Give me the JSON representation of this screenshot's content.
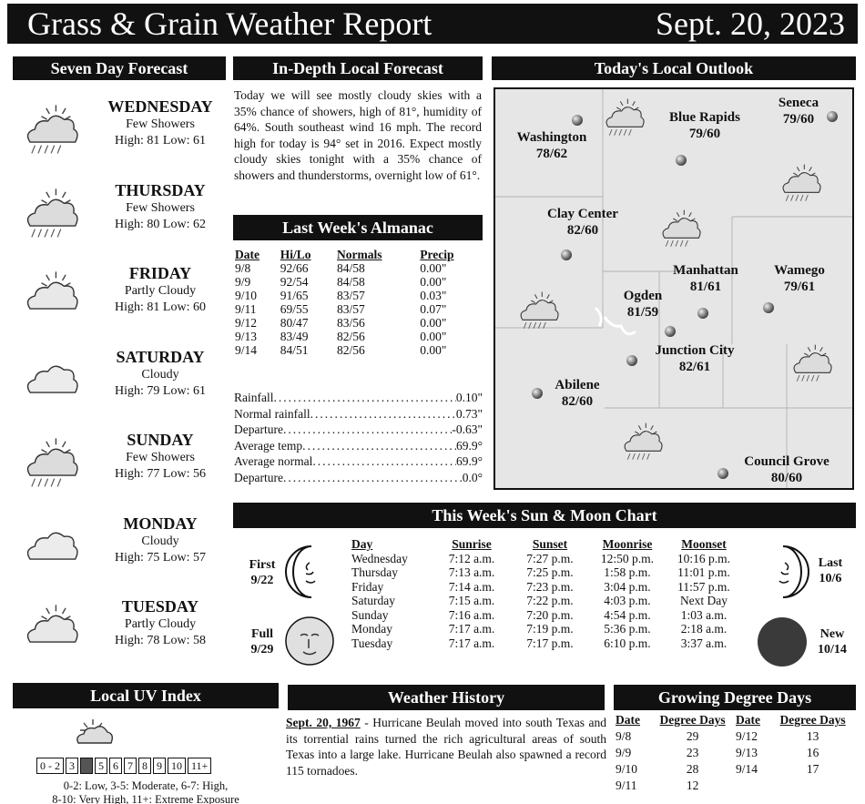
{
  "header": {
    "title": "Grass & Grain Weather Report",
    "date": "Sept. 20, 2023"
  },
  "seven_day": {
    "heading": "Seven Day Forecast",
    "days": [
      {
        "name": "WEDNESDAY",
        "cond": "Few Showers",
        "hilo": "High: 81 Low: 61",
        "icon": "showers-icon"
      },
      {
        "name": "THURSDAY",
        "cond": "Few Showers",
        "hilo": "High: 80 Low: 62",
        "icon": "showers-icon"
      },
      {
        "name": "FRIDAY",
        "cond": "Partly Cloudy",
        "hilo": "High: 81 Low: 60",
        "icon": "partly-cloudy-icon"
      },
      {
        "name": "SATURDAY",
        "cond": "Cloudy",
        "hilo": "High: 79 Low: 61",
        "icon": "cloudy-icon"
      },
      {
        "name": "SUNDAY",
        "cond": "Few Showers",
        "hilo": "High: 77 Low: 56",
        "icon": "showers-icon"
      },
      {
        "name": "MONDAY",
        "cond": "Cloudy",
        "hilo": "High: 75 Low: 57",
        "icon": "cloudy-icon"
      },
      {
        "name": "TUESDAY",
        "cond": "Partly Cloudy",
        "hilo": "High: 78 Low: 58",
        "icon": "partly-cloudy-icon"
      }
    ]
  },
  "in_depth": {
    "heading": "In-Depth Local Forecast",
    "text": "Today we will see mostly cloudy skies with a 35% chance of showers, high of 81°, humidity of 64%. South southeast wind 16 mph. The record high for today is 94° set in 2016. Expect mostly cloudy skies tonight with a 35% chance of showers and thunderstorms, overnight low of 61°."
  },
  "almanac": {
    "heading": "Last Week's Almanac",
    "cols": [
      "Date",
      "Hi/Lo",
      "Normals",
      "Precip"
    ],
    "rows": [
      [
        "9/8",
        "92/66",
        "84/58",
        "0.00\""
      ],
      [
        "9/9",
        "92/54",
        "84/58",
        "0.00\""
      ],
      [
        "9/10",
        "91/65",
        "83/57",
        "0.03\""
      ],
      [
        "9/11",
        "69/55",
        "83/57",
        "0.07\""
      ],
      [
        "9/12",
        "80/47",
        "83/56",
        "0.00\""
      ],
      [
        "9/13",
        "83/49",
        "82/56",
        "0.00\""
      ],
      [
        "9/14",
        "84/51",
        "82/56",
        "0.00\""
      ]
    ],
    "summary": [
      {
        "label": "Rainfall",
        "value": "0.10\""
      },
      {
        "label": "Normal rainfall",
        "value": "0.73\""
      },
      {
        "label": "Departure",
        "value": "-0.63\""
      },
      {
        "label": "Average temp",
        "value": "69.9°"
      },
      {
        "label": "Average normal",
        "value": "69.9°"
      },
      {
        "label": "Departure",
        "value": "0.0°"
      }
    ]
  },
  "outlook": {
    "heading": "Today's Local Outlook",
    "cities": [
      {
        "name": "Washington",
        "temp": "78/62"
      },
      {
        "name": "Blue Rapids",
        "temp": "79/60"
      },
      {
        "name": "Seneca",
        "temp": "79/60"
      },
      {
        "name": "Clay Center",
        "temp": "82/60"
      },
      {
        "name": "Manhattan",
        "temp": "81/61"
      },
      {
        "name": "Wamego",
        "temp": "79/61"
      },
      {
        "name": "Ogden",
        "temp": "81/59"
      },
      {
        "name": "Junction City",
        "temp": "82/61"
      },
      {
        "name": "Abilene",
        "temp": "82/60"
      },
      {
        "name": "Council Grove",
        "temp": "80/60"
      }
    ]
  },
  "sun_moon": {
    "heading": "This Week's Sun & Moon Chart",
    "cols": [
      "Day",
      "Sunrise",
      "Sunset",
      "Moonrise",
      "Moonset"
    ],
    "rows": [
      [
        "Wednesday",
        "7:12 a.m.",
        "7:27 p.m.",
        "12:50 p.m.",
        "10:16 p.m."
      ],
      [
        "Thursday",
        "7:13 a.m.",
        "7:25 p.m.",
        "1:58 p.m.",
        "11:01 p.m."
      ],
      [
        "Friday",
        "7:14 a.m.",
        "7:23 p.m.",
        "3:04 p.m.",
        "11:57 p.m."
      ],
      [
        "Saturday",
        "7:15 a.m.",
        "7:22 p.m.",
        "4:03 p.m.",
        "Next Day"
      ],
      [
        "Sunday",
        "7:16 a.m.",
        "7:20 p.m.",
        "4:54 p.m.",
        "1:03 a.m."
      ],
      [
        "Monday",
        "7:17 a.m.",
        "7:19 p.m.",
        "5:36 p.m.",
        "2:18 a.m."
      ],
      [
        "Tuesday",
        "7:17 a.m.",
        "7:17 p.m.",
        "6:10 p.m.",
        "3:37 a.m."
      ]
    ],
    "phases": {
      "first_label": "First",
      "first_date": "9/22",
      "full_label": "Full",
      "full_date": "9/29",
      "last_label": "Last",
      "last_date": "10/6",
      "new_label": "New",
      "new_date": "10/14"
    }
  },
  "uv": {
    "heading": "Local UV Index",
    "scale": [
      "0 - 2",
      "3",
      "4",
      "5",
      "6",
      "7",
      "8",
      "9",
      "10",
      "11+"
    ],
    "current": "4",
    "legend1": "0-2: Low, 3-5: Moderate, 6-7: High,",
    "legend2": "8-10: Very High, 11+: Extreme Exposure"
  },
  "history": {
    "heading": "Weather History",
    "date": "Sept. 20, 1967",
    "text": " - Hurricane Beulah moved into south Texas and its torrential rains turned the rich agricultural areas of south Texas into a large lake. Hurricane Beulah also spawned a record 115 tornadoes."
  },
  "gdd": {
    "heading": "Growing Degree Days",
    "cols": [
      "Date",
      "Degree Days",
      "Date",
      "Degree Days"
    ],
    "rows": [
      [
        "9/8",
        "29",
        "9/12",
        "13"
      ],
      [
        "9/9",
        "23",
        "9/13",
        "16"
      ],
      [
        "9/10",
        "28",
        "9/14",
        "17"
      ],
      [
        "9/11",
        "12",
        "",
        ""
      ]
    ]
  }
}
